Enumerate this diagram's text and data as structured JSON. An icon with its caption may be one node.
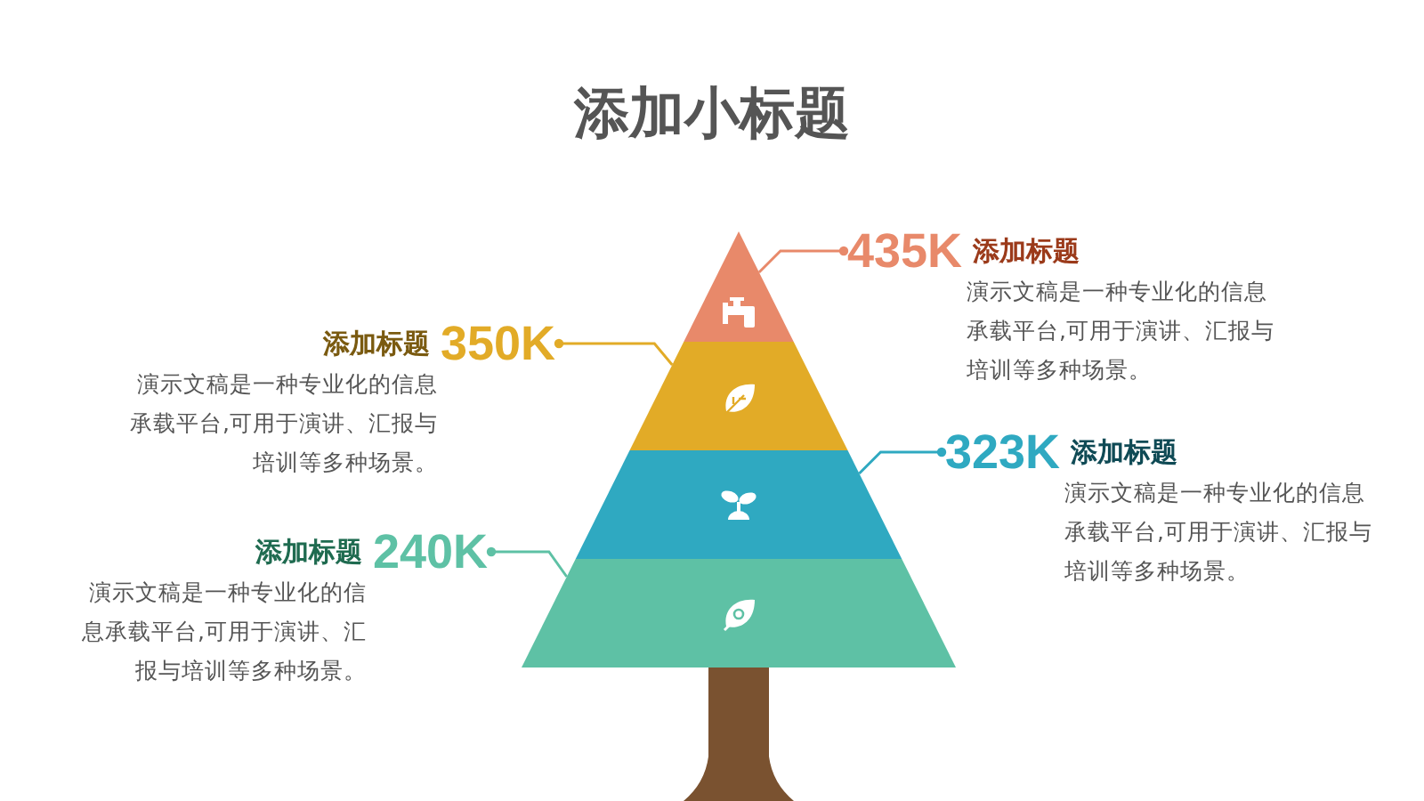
{
  "diagram": {
    "title": "添加小标题",
    "nodes": [
      {
        "text": [
          "435K",
          "添加标题",
          "演示文稿是一种专业化的信息承载平台,可用于演讲、汇报与培训等多种场景。"
        ]
      },
      {
        "text": [
          "添加标题",
          "350K",
          "演示文稿是一种专业化的信息承载平台,可用于演讲、汇报与培训等多种场景。"
        ]
      },
      {
        "text": [
          "323K",
          "添加标题",
          "演示文稿是一种专业化的信息承载平台,可用于演讲、汇报与培训等多种场景。"
        ]
      },
      {
        "text": [
          "添加标题",
          "240K",
          "演示文稿是一种专业化的信息承载平台,可用于演讲、汇报与培训等多种场景。"
        ]
      },
      {
        "text": [],
        "shape": "triangle"
      },
      {
        "text": [],
        "shape": "trapezoid"
      },
      {
        "text": [],
        "shape": "trapezoid"
      },
      {
        "text": [],
        "shape": "trapezoid"
      },
      {
        "text": [],
        "shape": "trunk"
      }
    ],
    "edges": [
      {
        "from": 0,
        "to": 4,
        "arrow": "other",
        "color": "#e8896a"
      },
      {
        "from": 1,
        "to": 5,
        "arrow": "other",
        "color": "#e2ab27"
      },
      {
        "from": 2,
        "to": 6,
        "arrow": "other",
        "color": "#2fa9c1"
      },
      {
        "from": 3,
        "to": 7,
        "arrow": "other",
        "color": "#5ec1a5"
      }
    ]
  }
}
